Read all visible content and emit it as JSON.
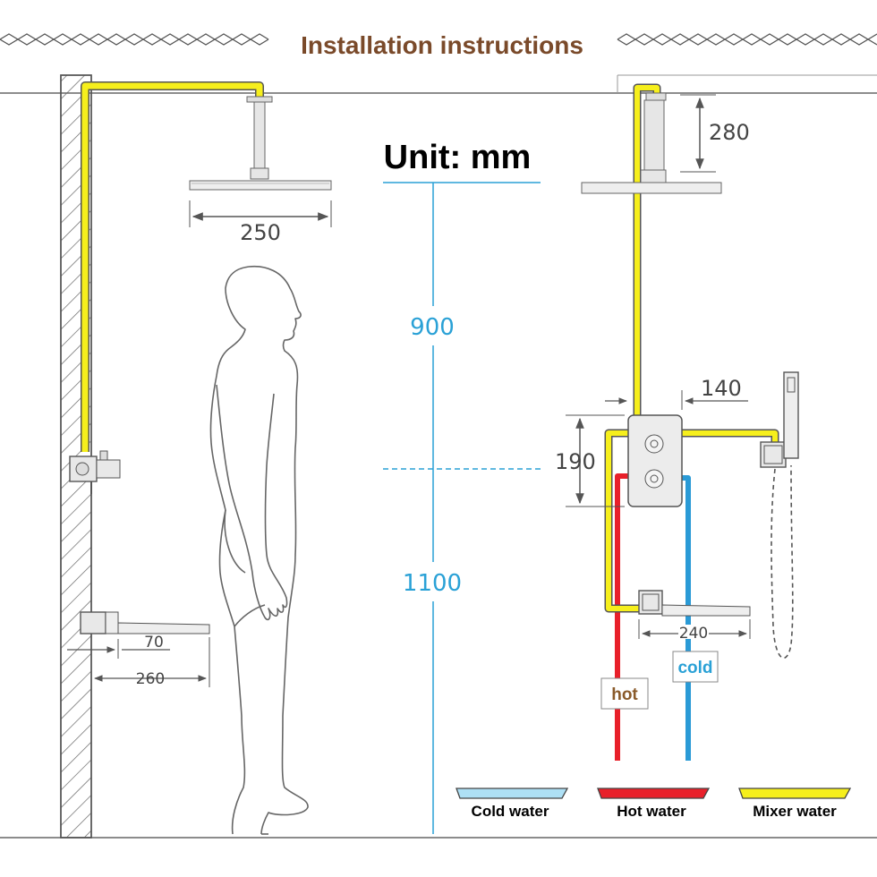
{
  "title": "Installation instructions",
  "unit_label": "Unit: mm",
  "dimensions": {
    "shower_head_width": "250",
    "total_upper": "900",
    "total_lower": "1100",
    "spout_depth": "70",
    "spout_length": "260",
    "arm_height": "280",
    "valve_offset": "140",
    "valve_height": "190",
    "spout_width": "240"
  },
  "pipe_tags": {
    "hot": "hot",
    "cold": "cold"
  },
  "legend": [
    {
      "label": "Cold water",
      "color": "#aee0f5"
    },
    {
      "label": "Hot water",
      "color": "#e8202a"
    },
    {
      "label": "Mixer water",
      "color": "#f6ef1c"
    }
  ],
  "colors": {
    "mixer": "#f6ef1c",
    "hot": "#e8202a",
    "cold": "#2a9ad6",
    "dimension_blue": "#2aa1d6",
    "title": "#7a4a2a"
  }
}
